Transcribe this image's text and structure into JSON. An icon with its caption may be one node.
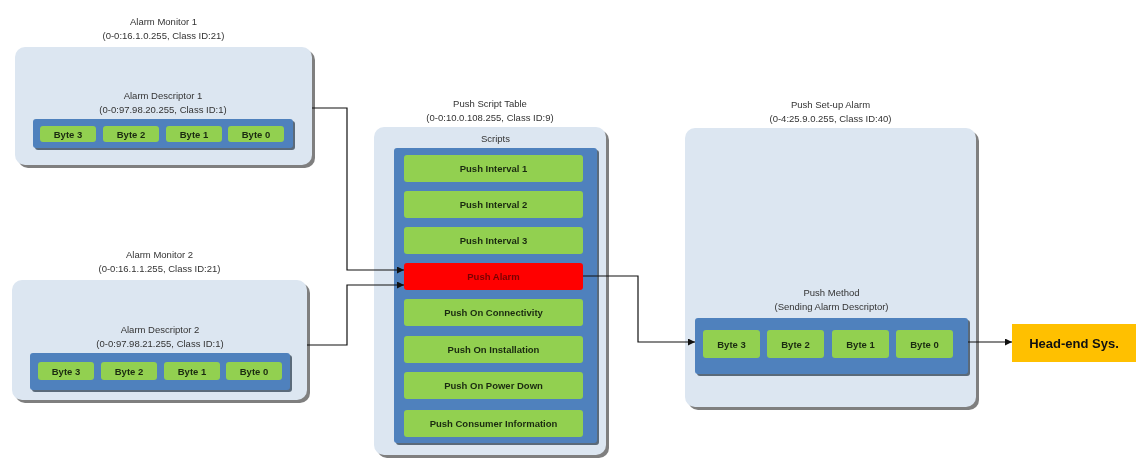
{
  "diagram": {
    "nodes": [
      {
        "text": [
          "Alarm Monitor 1",
          "(0-0:16.1.0.255, Class ID:21)"
        ]
      },
      {
        "text": [
          "Alarm Descriptor 1",
          "(0-0:97.98.20.255, Class ID:1)"
        ],
        "in": 0
      },
      {
        "text": [
          "Byte 3"
        ],
        "in": 1
      },
      {
        "text": [
          "Byte 2"
        ],
        "in": 1
      },
      {
        "text": [
          "Byte 1"
        ],
        "in": 1
      },
      {
        "text": [
          "Byte 0"
        ],
        "in": 1
      },
      {
        "text": [
          "Alarm Monitor 2",
          "(0-0:16.1.1.255, Class ID:21)"
        ]
      },
      {
        "text": [
          "Alarm Descriptor 2",
          "(0-0:97.98.21.255, Class ID:1)"
        ],
        "in": 6
      },
      {
        "text": [
          "Byte 3"
        ],
        "in": 7
      },
      {
        "text": [
          "Byte 2"
        ],
        "in": 7
      },
      {
        "text": [
          "Byte 1"
        ],
        "in": 7
      },
      {
        "text": [
          "Byte 0"
        ],
        "in": 7
      },
      {
        "text": [
          "Push Script Table",
          "(0-0:10.0.108.255, Class ID:9)"
        ]
      },
      {
        "text": [
          "Scripts"
        ],
        "in": 12
      },
      {
        "text": [
          "Push Interval 1"
        ],
        "in": 13
      },
      {
        "text": [
          "Push Interval 2"
        ],
        "in": 13
      },
      {
        "text": [
          "Push Interval 3"
        ],
        "in": 13
      },
      {
        "text": [
          "Push Alarm"
        ],
        "in": 13
      },
      {
        "text": [
          "Push On Connectivity"
        ],
        "in": 13
      },
      {
        "text": [
          "Push On Installation"
        ],
        "in": 13
      },
      {
        "text": [
          "Push On Power Down"
        ],
        "in": 13
      },
      {
        "text": [
          "Push Consumer Information"
        ],
        "in": 13
      },
      {
        "text": [
          "Push Set-up Alarm",
          "(0-4:25.9.0.255, Class ID:40)"
        ]
      },
      {
        "text": [
          "Push Method",
          "(Sending Alarm Descriptor)"
        ],
        "in": 22
      },
      {
        "text": [
          "Byte 3"
        ],
        "in": 23
      },
      {
        "text": [
          "Byte 2"
        ],
        "in": 23
      },
      {
        "text": [
          "Byte 1"
        ],
        "in": 23
      },
      {
        "text": [
          "Byte 0"
        ],
        "in": 23
      },
      {
        "text": [
          "Head-end Sys."
        ]
      }
    ],
    "edges": [
      {
        "from": 0,
        "to": 17,
        "arrow": "to"
      },
      {
        "from": 6,
        "to": 17,
        "arrow": "to"
      },
      {
        "from": 17,
        "to": 23,
        "arrow": "to"
      },
      {
        "from": 23,
        "to": 28,
        "arrow": "to"
      }
    ]
  }
}
